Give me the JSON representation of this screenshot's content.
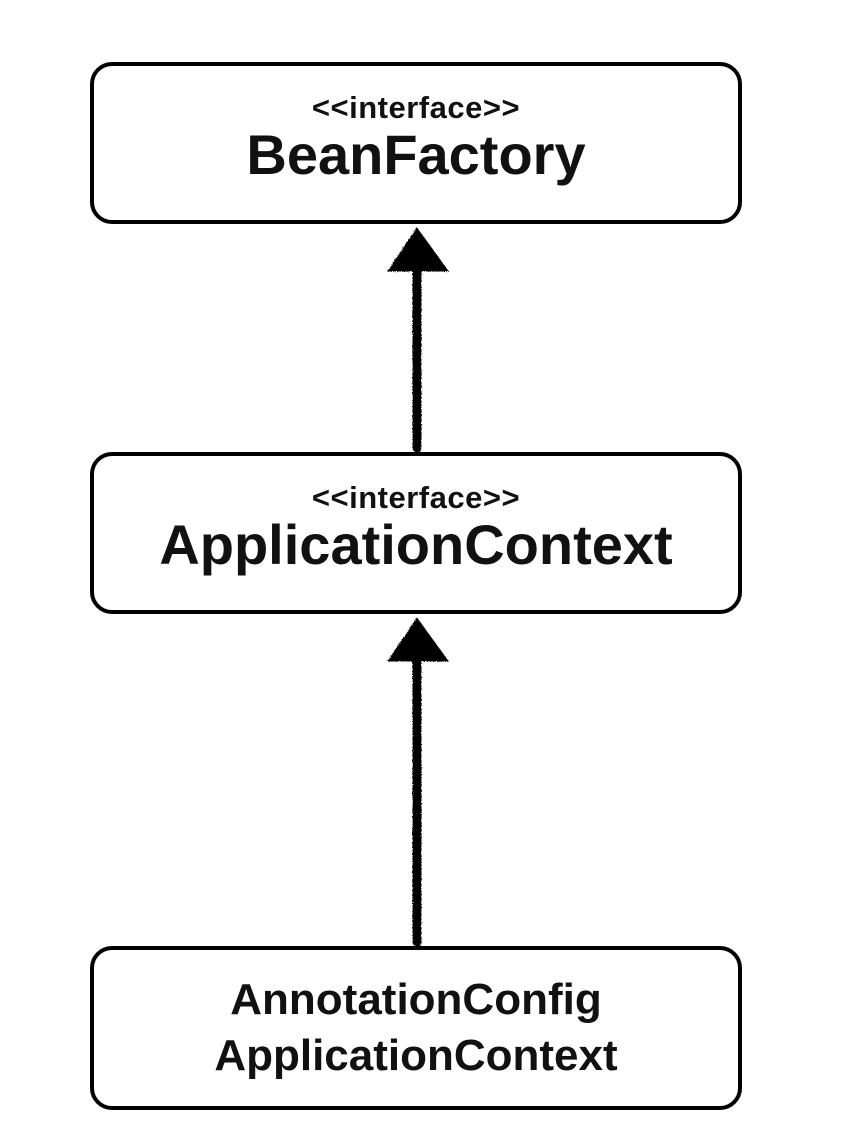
{
  "nodes": {
    "bean_factory": {
      "stereotype": "<<interface>>",
      "name": "BeanFactory"
    },
    "application_context": {
      "stereotype": "<<interface>>",
      "name": "ApplicationContext"
    },
    "annotation_config_application_context": {
      "name_line_1": "AnnotationConfig",
      "name_line_2": "ApplicationContext"
    }
  },
  "edges": [
    {
      "from": "application_context",
      "to": "bean_factory",
      "type": "inheritance-arrow"
    },
    {
      "from": "annotation_config_application_context",
      "to": "application_context",
      "type": "inheritance-arrow"
    }
  ],
  "colors": {
    "stroke": "#000000",
    "text": "#111111",
    "background": "#ffffff"
  }
}
